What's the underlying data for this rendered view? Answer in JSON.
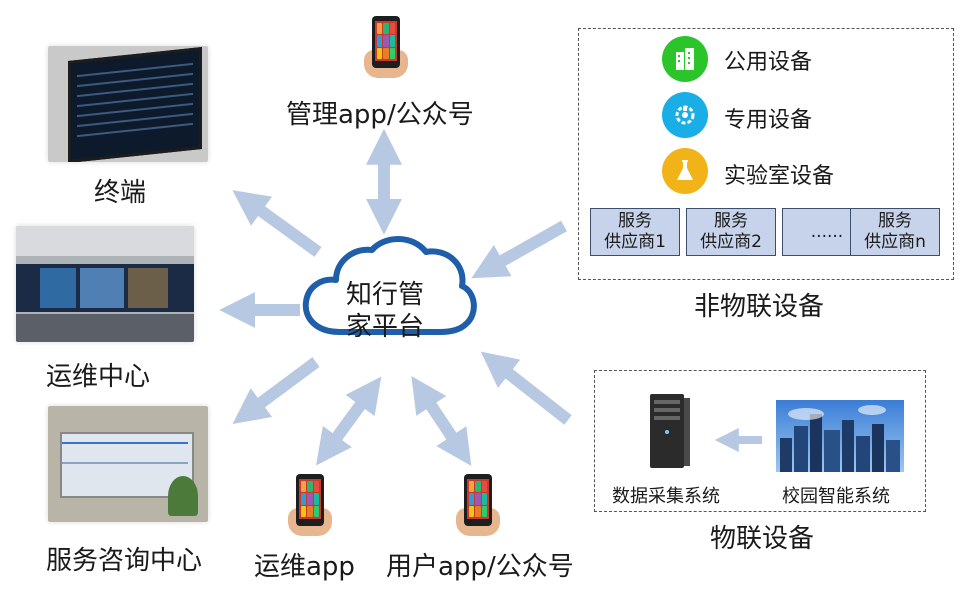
{
  "center": {
    "line1": "知行管",
    "line2": "家平台"
  },
  "left_nodes": {
    "terminal": "终端",
    "ops_center": "运维中心",
    "service_center": "服务咨询中心"
  },
  "top_node": {
    "label": "管理app/公众号"
  },
  "bottom_nodes": {
    "ops_app": "运维app",
    "user_app": "用户app/公众号"
  },
  "non_iot": {
    "title": "非物联设备",
    "categories": [
      {
        "icon": "building-icon",
        "label": "公用设备",
        "color": "#2bc52b"
      },
      {
        "icon": "gear-icon",
        "label": "专用设备",
        "color": "#19aee6"
      },
      {
        "icon": "flask-icon",
        "label": "实验室设备",
        "color": "#f2b318"
      }
    ],
    "vendors": [
      {
        "line1": "服务",
        "line2": "供应商1"
      },
      {
        "line1": "服务",
        "line2": "供应商2"
      },
      {
        "line1": "......",
        "line2": ""
      },
      {
        "line1": "服务",
        "line2": "供应商n"
      }
    ]
  },
  "iot": {
    "title": "物联设备",
    "collector": "数据采集系统",
    "campus": "校园智能系统"
  },
  "colors": {
    "arrow": "#b7c9e2",
    "cloud_stroke": "#1f5ea8"
  }
}
